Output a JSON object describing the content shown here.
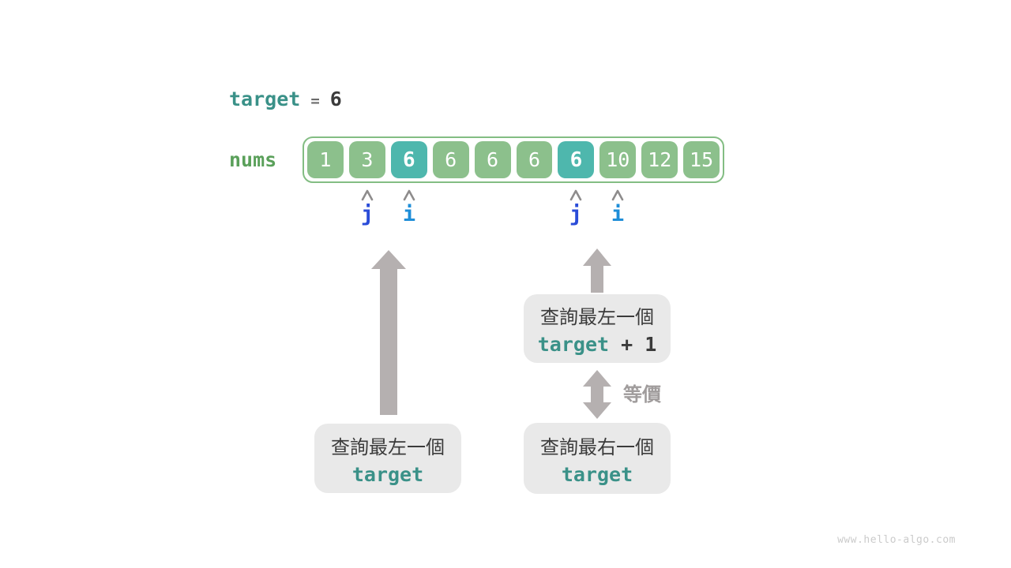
{
  "page": {
    "watermark": "www.hello-algo.com"
  },
  "colors": {
    "teal_text": "#3a9188",
    "green_text": "#5aa05a",
    "green_box": "#8cc08c",
    "teal_box": "#4eb7ad",
    "container_border": "#83bd83",
    "gray_arrow": "#b5b0b0",
    "dark_text": "#3b3b3b",
    "equals_gray": "#6b6b6b",
    "caret_gray": "#8e8c8c",
    "equiv_gray": "#a09c9c",
    "note_bg": "#e9e9e9",
    "watermark_gray": "#cbcbcb",
    "pointer_j": "#2a4cd8",
    "pointer_i": "#1f8ed8"
  },
  "target_line": {
    "var": "target",
    "equals": "=",
    "value": "6"
  },
  "array": {
    "label": "nums",
    "cells": [
      {
        "value": "1",
        "highlight": false
      },
      {
        "value": "3",
        "highlight": false
      },
      {
        "value": "6",
        "highlight": true
      },
      {
        "value": "6",
        "highlight": false
      },
      {
        "value": "6",
        "highlight": false
      },
      {
        "value": "6",
        "highlight": false
      },
      {
        "value": "6",
        "highlight": true
      },
      {
        "value": "10",
        "highlight": false
      },
      {
        "value": "12",
        "highlight": false
      },
      {
        "value": "15",
        "highlight": false
      }
    ]
  },
  "pointers": [
    {
      "label": "j",
      "cell_index": 1,
      "color_key": "pointer_j"
    },
    {
      "label": "i",
      "cell_index": 2,
      "color_key": "pointer_i"
    },
    {
      "label": "j",
      "cell_index": 6,
      "color_key": "pointer_j"
    },
    {
      "label": "i",
      "cell_index": 7,
      "color_key": "pointer_i"
    }
  ],
  "annotations": {
    "left_box": {
      "line1": "查詢最左一個",
      "code": "target",
      "suffix": ""
    },
    "right_top_box": {
      "line1": "查詢最左一個",
      "code": "target",
      "suffix": " + 1"
    },
    "right_bottom_box": {
      "line1": "查詢最右一個",
      "code": "target",
      "suffix": ""
    },
    "equivalence_label": "等價"
  }
}
